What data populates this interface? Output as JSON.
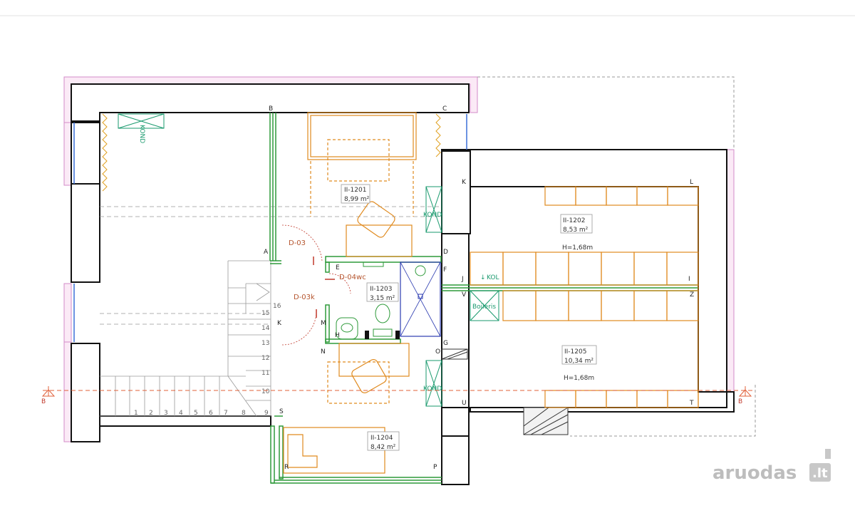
{
  "rooms": [
    {
      "id": "II-1201",
      "area": "8,99 m²"
    },
    {
      "id": "II-1202",
      "area": "8,53 m²",
      "height": "H=1,68m"
    },
    {
      "id": "II-1203",
      "area": "3,15 m²"
    },
    {
      "id": "II-1204",
      "area": "8,42 m²"
    },
    {
      "id": "II-1205",
      "area": "10,34 m²",
      "height": "H=1,68m"
    }
  ],
  "doors": [
    "D-03",
    "D-04wc",
    "D-03k"
  ],
  "equipment": {
    "kond": "KOND",
    "kol": "KOL",
    "boiler": "Boileris"
  },
  "points": {
    "A": "A",
    "B": "B",
    "C": "C",
    "D": "D",
    "E": "E",
    "F": "F",
    "G": "G",
    "H": "H",
    "I": "I",
    "J": "J",
    "K": "K",
    "K2": "K",
    "L": "L",
    "M": "M",
    "N": "N",
    "O": "O",
    "P": "P",
    "R": "R",
    "S": "S",
    "T": "T",
    "U": "U",
    "V": "V",
    "Z": "Z"
  },
  "steps": [
    "1",
    "2",
    "3",
    "4",
    "5",
    "6",
    "7",
    "8",
    "9",
    "10",
    "11",
    "12",
    "13",
    "14",
    "15",
    "16"
  ],
  "section": "B",
  "logo": {
    "name": "aruodas",
    "tld": ".lt"
  }
}
